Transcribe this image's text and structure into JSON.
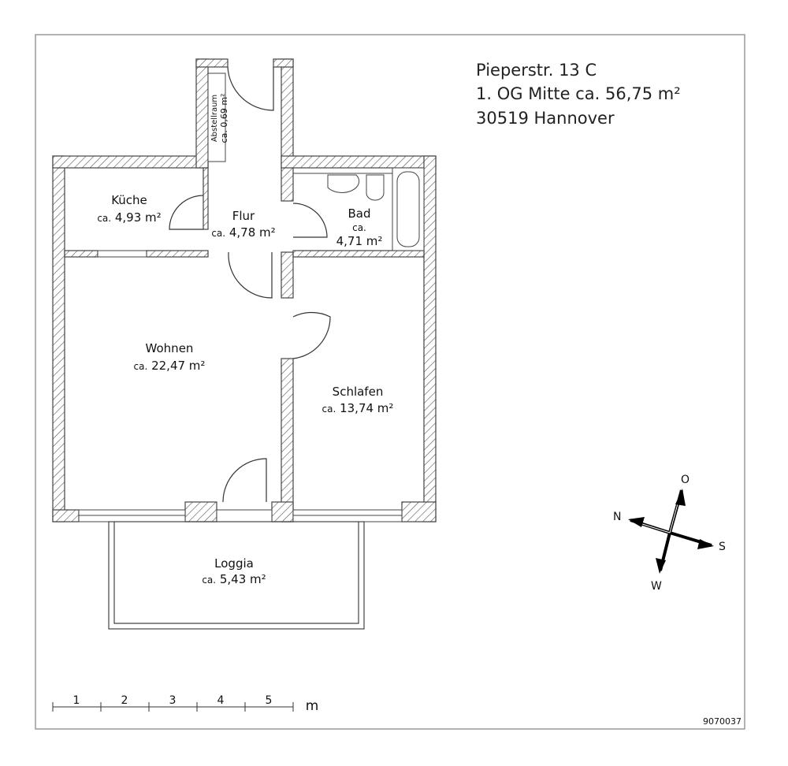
{
  "header": {
    "line1": "Pieperstr. 13 C",
    "line2": "1. OG Mitte ca. 56,75 m²",
    "line3": "30519 Hannover"
  },
  "rooms": {
    "abstellraum": {
      "name": "Abstellraum",
      "area": "ca. 0,69 m²"
    },
    "kueche": {
      "name": "Küche",
      "ca": "ca.",
      "area": "4,93 m²"
    },
    "flur": {
      "name": "Flur",
      "ca": "ca.",
      "area": "4,78 m²"
    },
    "bad": {
      "name": "Bad",
      "ca": "ca.",
      "area": "4,71 m²"
    },
    "wohnen": {
      "name": "Wohnen",
      "ca": "ca.",
      "area": "22,47 m²"
    },
    "schlafen": {
      "name": "Schlafen",
      "ca": "ca.",
      "area": "13,74 m²"
    },
    "loggia": {
      "name": "Loggia",
      "ca": "ca.",
      "area": "5,43 m²"
    }
  },
  "compass": {
    "n": "N",
    "o": "O",
    "s": "S",
    "w": "W"
  },
  "scale": {
    "ticks": [
      "1",
      "2",
      "3",
      "4",
      "5"
    ],
    "unit": "m"
  },
  "plan_id": "9070037"
}
